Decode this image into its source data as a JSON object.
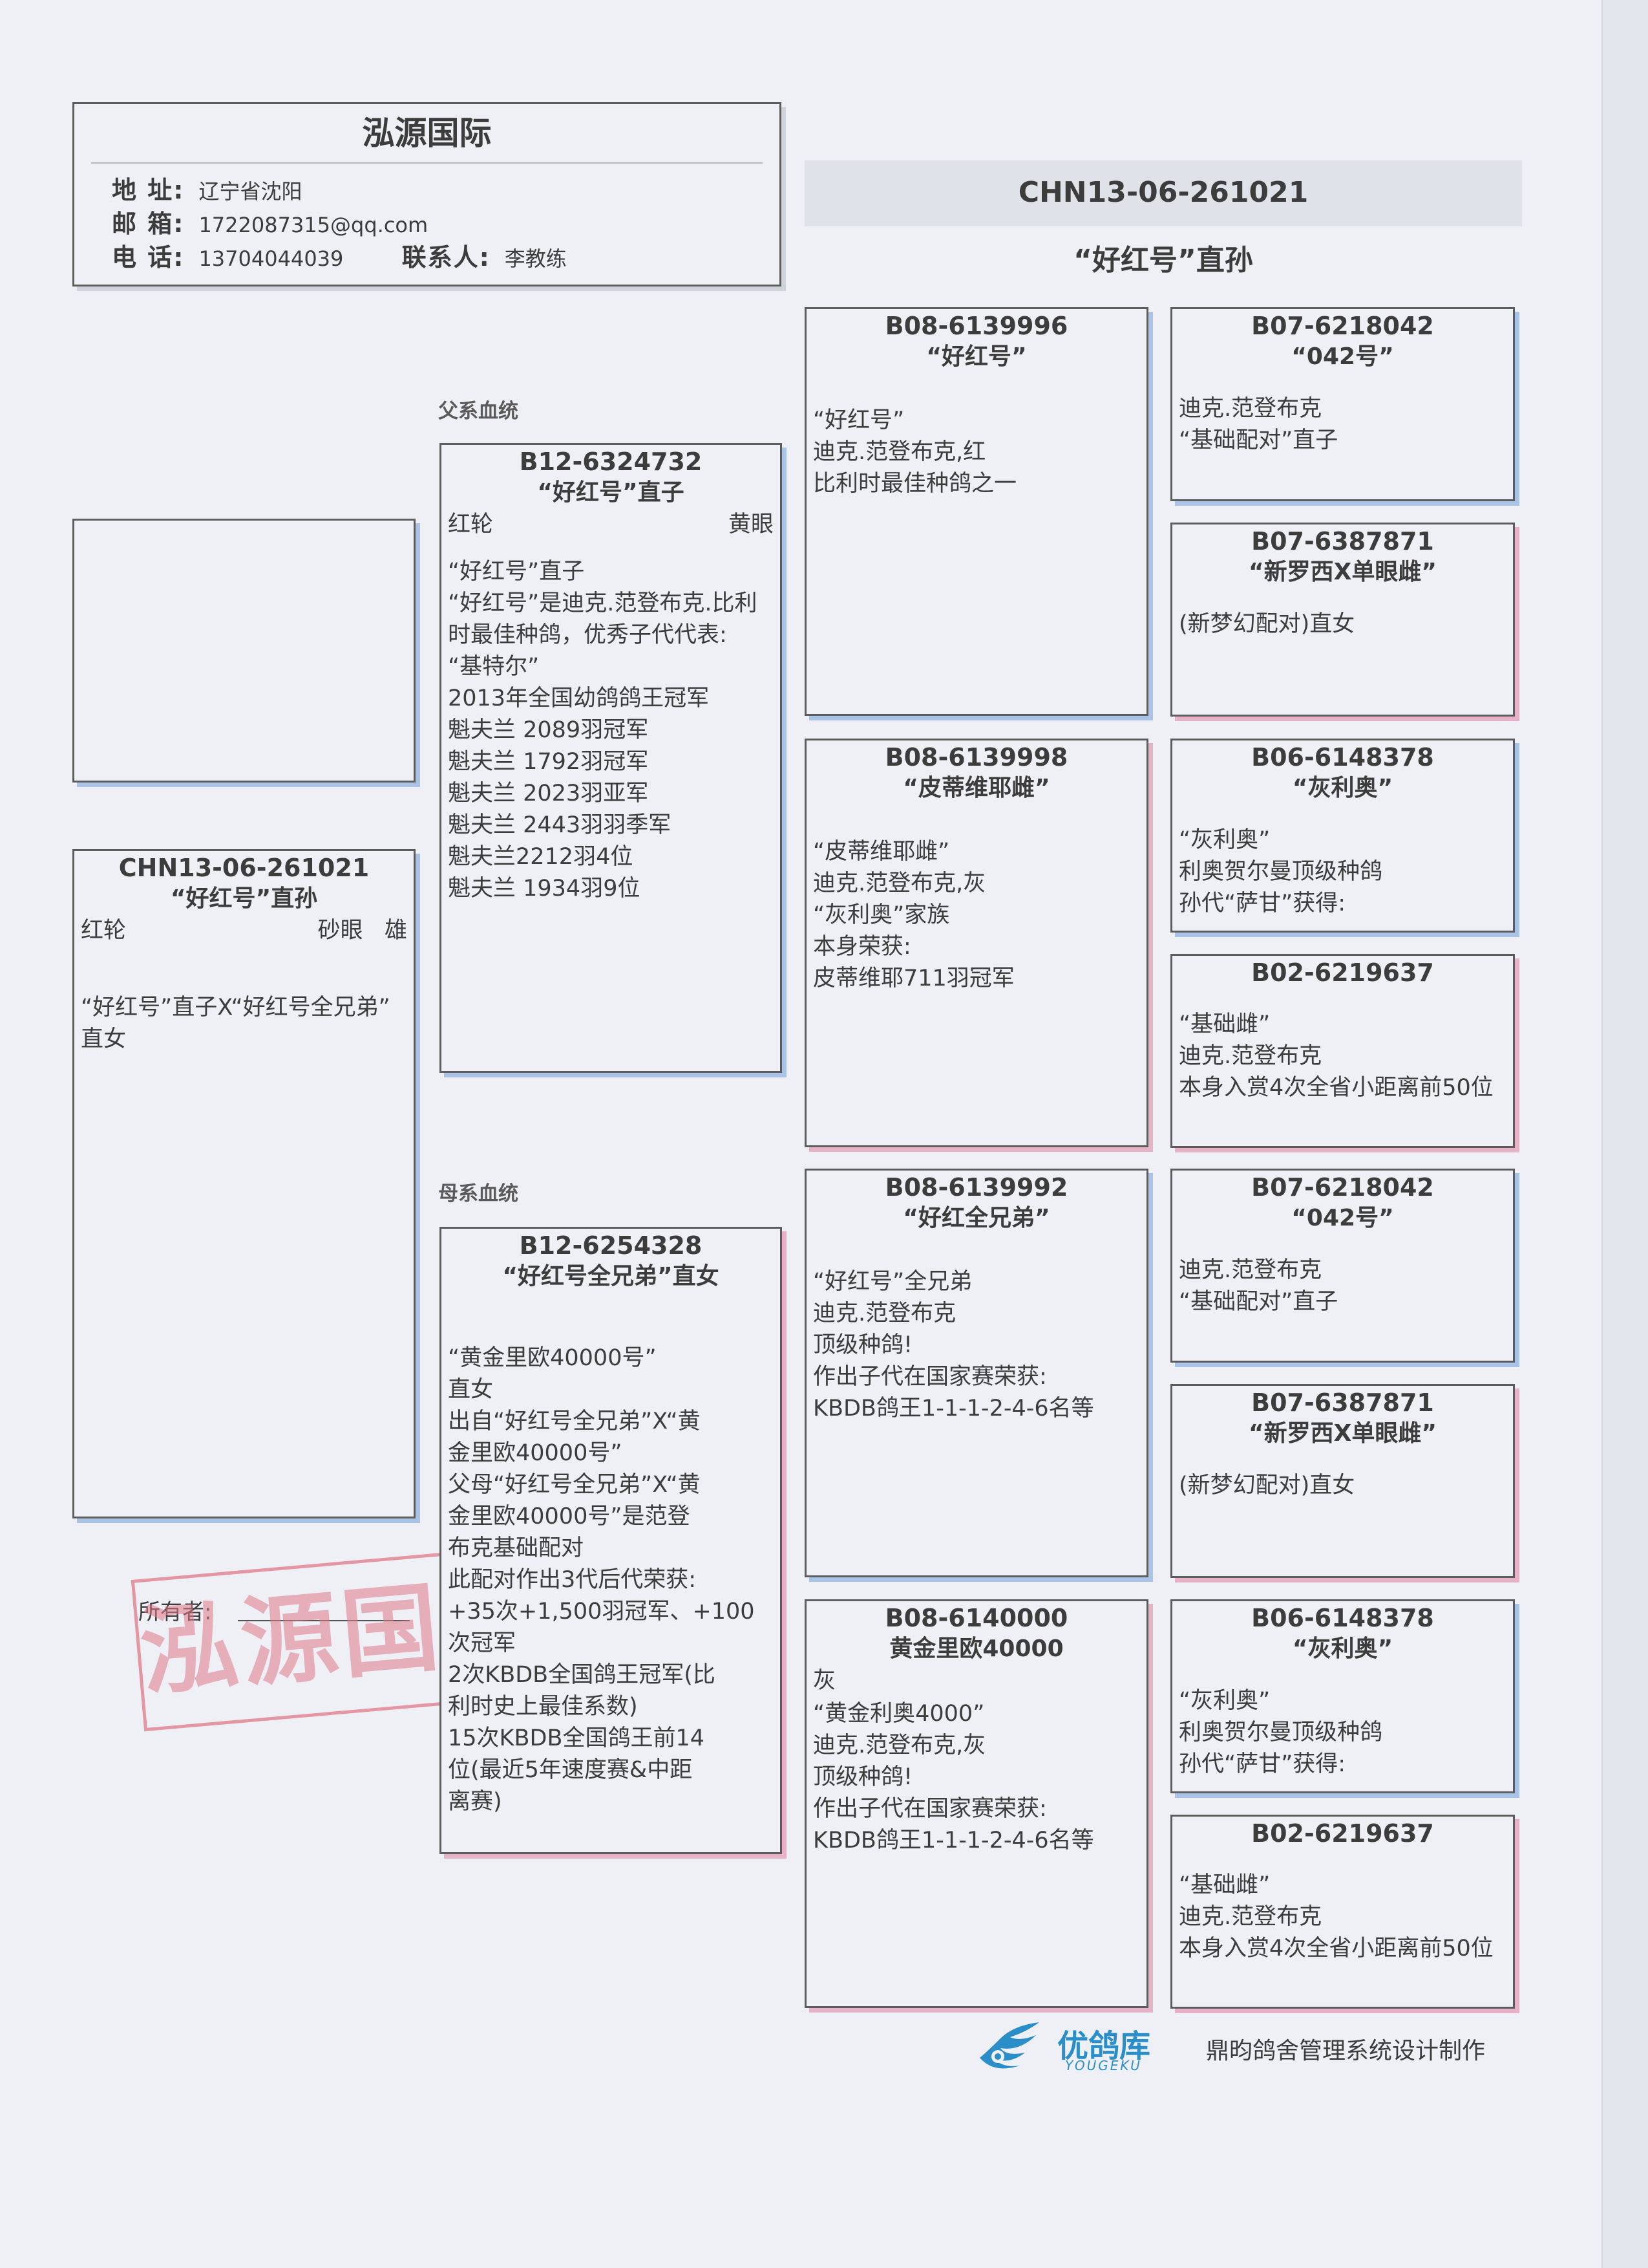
{
  "header": {
    "title": "泓源国际",
    "address_label": "地 址:",
    "address": "辽宁省沈阳",
    "email_label": "邮 箱:",
    "email": "1722087315@qq.com",
    "phone_label": "电 话:",
    "phone": "13704044039",
    "contact_label": "联系人:",
    "contact": "李教练"
  },
  "top_title": {
    "ring": "CHN13-06-261021",
    "subtitle": "“好红号”直孙"
  },
  "section_labels": {
    "sire_line": "父系血统",
    "dam_line": "母系血统"
  },
  "subject": {
    "ring": "CHN13-06-261021",
    "name": "“好红号”直孙",
    "color": "红轮",
    "eye": "砂眼",
    "sex": "雄",
    "desc": "“好红号”直子X“好红号全兄弟”\n直女"
  },
  "owner": {
    "label": "所有者:",
    "stamp": "泓源国际"
  },
  "sire": {
    "ring": "B12-6324732",
    "name": "“好红号”直子",
    "color": "红轮",
    "eye": "黄眼",
    "desc": "“好红号”直子\n“好红号”是迪克.范登布克.比利\n时最佳种鸽，优秀子代代表:\n“基特尔”\n2013年全国幼鸽鸽王冠军\n魁夫兰 2089羽冠军\n魁夫兰 1792羽冠军\n魁夫兰 2023羽亚军\n魁夫兰 2443羽羽季军\n魁夫兰2212羽4位\n魁夫兰 1934羽9位"
  },
  "dam": {
    "ring": "B12-6254328",
    "name": "“好红号全兄弟”直女",
    "desc": "“黄金里欧40000号”\n直女\n出自“好红号全兄弟”X“黄\n金里欧40000号”\n父母“好红号全兄弟”X“黄\n金里欧40000号”是范登\n布克基础配对\n此配对作出3代后代荣获:\n+35次+1,500羽冠军、+100\n次冠军\n2次KBDB全国鸽王冠军(比\n利时史上最佳系数)\n15次KBDB全国鸽王前14\n位(最近5年速度赛&中距\n离赛)"
  },
  "grandparents": [
    {
      "ring": "B08-6139996",
      "name": "“好红号”",
      "color": "",
      "desc": "“好红号”\n迪克.范登布克,红\n比利时最佳种鸽之一"
    },
    {
      "ring": "B08-6139998",
      "name": "“皮蒂维耶雌”",
      "color": "",
      "desc": "“皮蒂维耶雌”\n迪克.范登布克,灰\n“灰利奥”家族\n本身荣获:\n皮蒂维耶711羽冠军"
    },
    {
      "ring": "B08-6139992",
      "name": "“好红全兄弟”",
      "color": "",
      "desc": "“好红号”全兄弟\n迪克.范登布克\n顶级种鸽!\n作出子代在国家赛荣获:\nKBDB鸽王1-1-1-2-4-6名等"
    },
    {
      "ring": "B08-6140000",
      "name": "黄金里欧40000",
      "color": "灰",
      "desc": "“黄金利奥4000”\n迪克.范登布克,灰\n顶级种鸽!\n作出子代在国家赛荣获:\nKBDB鸽王1-1-1-2-4-6名等"
    }
  ],
  "great_grandparents": [
    {
      "ring": "B07-6218042",
      "name": "“042号”",
      "desc": "迪克.范登布克\n“基础配对”直子"
    },
    {
      "ring": "B07-6387871",
      "name": "“新罗西X单眼雌”",
      "desc": "(新梦幻配对)直女"
    },
    {
      "ring": "B06-6148378",
      "name": "“灰利奥”",
      "desc": "“灰利奥”\n利奥贺尔曼顶级种鸽\n孙代“萨甘”获得:"
    },
    {
      "ring": "B02-6219637",
      "name": "",
      "desc": "“基础雌”\n迪克.范登布克\n本身入赏4次全省小距离前50位"
    },
    {
      "ring": "B07-6218042",
      "name": "“042号”",
      "desc": "迪克.范登布克\n“基础配对”直子"
    },
    {
      "ring": "B07-6387871",
      "name": "“新罗西X单眼雌”",
      "desc": "(新梦幻配对)直女"
    },
    {
      "ring": "B06-6148378",
      "name": "“灰利奥”",
      "desc": "“灰利奥”\n利奥贺尔曼顶级种鸽\n孙代“萨甘”获得:"
    },
    {
      "ring": "B02-6219637",
      "name": "",
      "desc": "“基础雌”\n迪克.范登布克\n本身入赏4次全省小距离前50位"
    }
  ],
  "footer": {
    "brand_cn": "优鸽库",
    "brand_en": "YOUGEKU",
    "credit": "鼎昀鸽舍管理系统设计制作"
  }
}
